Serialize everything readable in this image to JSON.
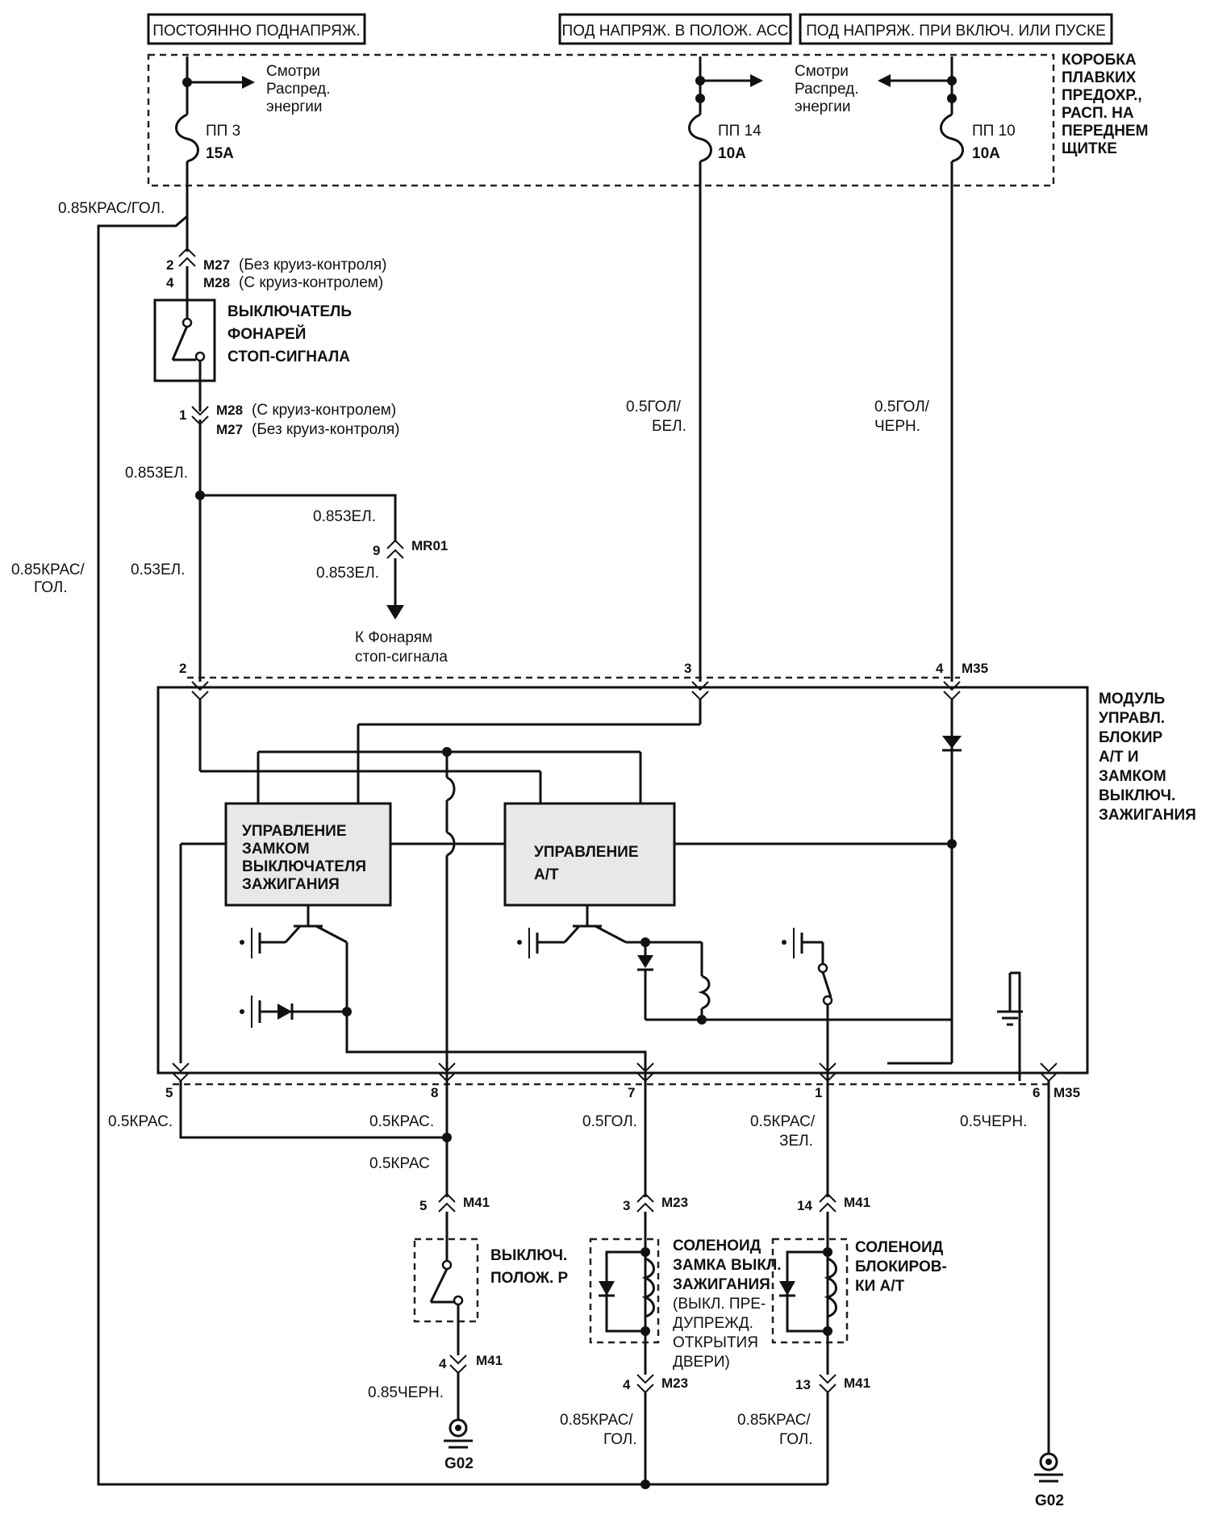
{
  "headers": {
    "constant": "ПОСТОЯННО ПОДНАПРЯЖ.",
    "acc": "ПОД НАПРЯЖ. В ПОЛОЖ. АСС",
    "ign": "ПОД НАПРЯЖ. ПРИ ВКЛЮЧ. ИЛИ ПУСКЕ"
  },
  "fusebox": {
    "title": [
      "КОРОБКА",
      "ПЛАВКИХ",
      "ПРЕДОХР.,",
      "РАСП. НА",
      "ПЕРЕДНЕМ",
      "ЩИТКЕ"
    ],
    "see1": [
      "Смотри",
      "Распред.",
      "энергии"
    ],
    "see2": [
      "Смотри",
      "Распред.",
      "энергии"
    ],
    "fuses": [
      {
        "name": "ПП 3",
        "rating": "15А"
      },
      {
        "name": "ПП 14",
        "rating": "10А"
      },
      {
        "name": "ПП 10",
        "rating": "10А"
      }
    ]
  },
  "wires": {
    "w_top_left": "0.85КРАС/ГОЛ.",
    "w_left_long": [
      "0.85КРАС/",
      "ГОЛ."
    ],
    "w_acc": [
      "0.5ГОЛ/",
      "БЕЛ."
    ],
    "w_ign": [
      "0.5ГОЛ/",
      "ЧЕРН."
    ],
    "w_853_a": "0.853ЕЛ.",
    "w_853_b": "0.853ЕЛ.",
    "w_853_c": "0.853ЕЛ.",
    "w_53": "0.53ЕЛ.",
    "w_b5": "0.5КРАС.",
    "w_b8": "0.5КРАС.",
    "w_b8b": "0.5КРАС",
    "w_b7": "0.5ГОЛ.",
    "w_b1": [
      "0.5КРАС/",
      "ЗЕЛ."
    ],
    "w_b6": "0.5ЧЕРН.",
    "w_park_gnd": "0.85ЧЕРН.",
    "w_sol1_out": [
      "0.85КРАС/",
      "ГОЛ."
    ],
    "w_sol2_out": [
      "0.85КРАС/",
      "ГОЛ."
    ]
  },
  "connectors": {
    "m27_top": {
      "pin": "2",
      "name": "M27",
      "note": "(Без круиз-контроля)"
    },
    "m28_top": {
      "pin": "4",
      "name": "M28",
      "note": "(С круиз-контролем)"
    },
    "m28_bot": {
      "pin": "1",
      "name": "M28",
      "note": "(С круиз-контролем)"
    },
    "m27_bot": {
      "name": "M27",
      "note": "(Без круиз-контроля)"
    },
    "mr01": {
      "pin": "9",
      "name": "MR01"
    },
    "m35_top": {
      "p2": "2",
      "p3": "3",
      "p4": "4",
      "name": "M35"
    },
    "m35_bot": {
      "p5": "5",
      "p8": "8",
      "p7": "7",
      "p1": "1",
      "p6": "6",
      "name": "M35"
    },
    "m41_5": {
      "pin": "5",
      "name": "M41"
    },
    "m41_4": {
      "pin": "4",
      "name": "M41"
    },
    "m23_3": {
      "pin": "3",
      "name": "M23"
    },
    "m23_4": {
      "pin": "4",
      "name": "M23"
    },
    "m41_14": {
      "pin": "14",
      "name": "M41"
    },
    "m41_13": {
      "pin": "13",
      "name": "M41"
    }
  },
  "components": {
    "brake_switch": [
      "ВЫКЛЮЧАТЕЛЬ",
      "ФОНАРЕЙ",
      "СТОП-СИГНАЛА"
    ],
    "to_stop": [
      "К Фонарям",
      "стоп-сигнала"
    ],
    "module": [
      "МОДУЛЬ",
      "УПРАВЛ.",
      "БЛОКИР",
      "А/Т И",
      "ЗАМКОМ",
      "ВЫКЛЮЧ.",
      "ЗАЖИГАНИЯ"
    ],
    "ign_lock_ctrl": [
      "УПРАВЛЕНИЕ",
      "ЗАМКОМ",
      "ВЫКЛЮЧАТЕЛЯ",
      "ЗАЖИГАНИЯ"
    ],
    "at_ctrl": [
      "УПРАВЛЕНИЕ",
      "А/Т"
    ],
    "park_switch": [
      "ВЫКЛЮЧ.",
      "ПОЛОЖ. Р"
    ],
    "sol_ign": [
      "СОЛЕНОИД",
      "ЗАМКА ВЫКЛ.",
      "ЗАЖИГАНИЯ",
      "(ВЫКЛ. ПРЕ-",
      "ДУПРЕЖД.",
      "ОТКРЫТИЯ",
      "ДВЕРИ)"
    ],
    "sol_at": [
      "СОЛЕНОИД",
      "БЛОКИРОВ-",
      "КИ А/Т"
    ],
    "ground1": "G02",
    "ground2": "G02"
  }
}
